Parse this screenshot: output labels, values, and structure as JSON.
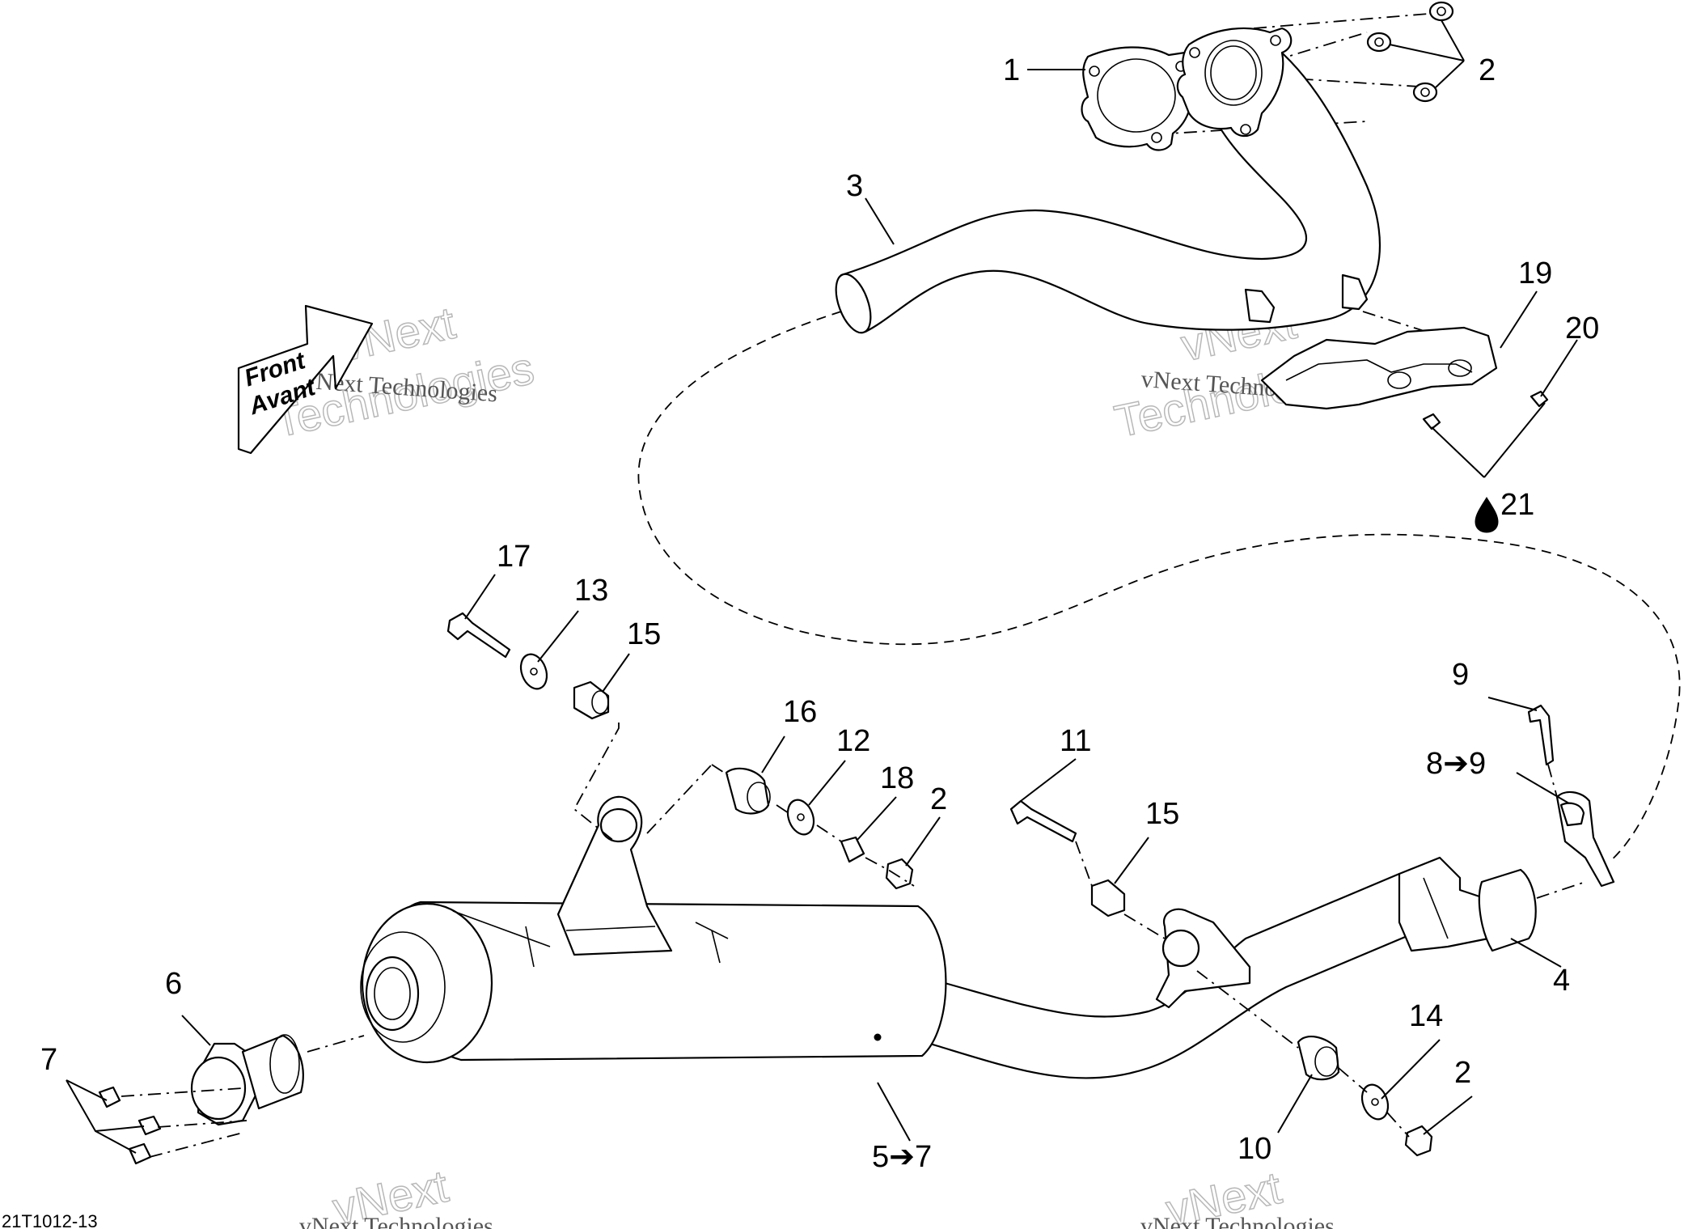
{
  "callouts": {
    "c1": "1",
    "c2a": "2",
    "c3": "3",
    "c19": "19",
    "c20": "20",
    "c21": "21",
    "c17": "17",
    "c13": "13",
    "c15a": "15",
    "c16": "16",
    "c12": "12",
    "c18": "18",
    "c2b": "2",
    "c11": "11",
    "c15b": "15",
    "c9": "9",
    "c8to9": "8➔9",
    "c4": "4",
    "c6": "6",
    "c7": "7",
    "c5to7": "5➔7",
    "c10": "10",
    "c14": "14",
    "c2c": "2"
  },
  "direction_arrow": {
    "line1": "Front",
    "line2": "Avant"
  },
  "watermarks": {
    "brand_short": "vNext",
    "brand_long": "Technologies",
    "brand_full": "vNext Technologies"
  },
  "document_id": "21T1012-13",
  "icons": {
    "callout21_prefix": "oil-drop-icon"
  }
}
